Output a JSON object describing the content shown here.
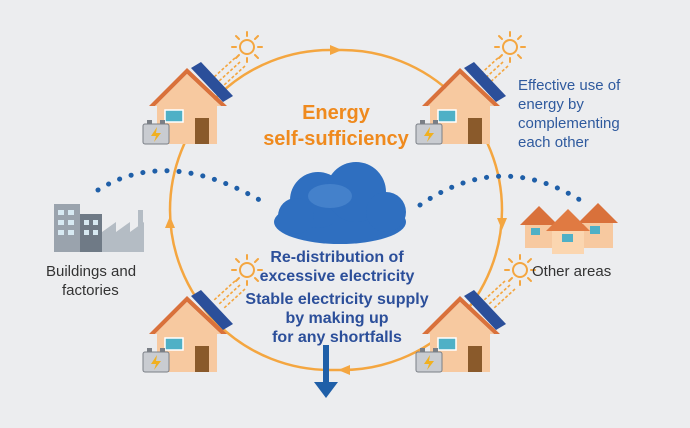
{
  "title": {
    "line1": "Energy",
    "line2": "self-sufficiency"
  },
  "note_right": {
    "line1": "Effective use of",
    "line2": "energy by",
    "line3": "complementing",
    "line4": "each other"
  },
  "left_label": {
    "line1": "Buildings and",
    "line2": "factories"
  },
  "right_label": "Other areas",
  "center": {
    "line1": "Re-distribution of",
    "line2": "excessive electricity",
    "line3": "Stable electricity supply",
    "line4": "by making up",
    "line5": "for any shortfalls"
  },
  "colors": {
    "orange": "#f4a640",
    "title_orange": "#ef8a1e",
    "blue": "#1f5fa8",
    "cloud": "#2f6fc0",
    "text_blue": "#2c4f9a",
    "house_wall": "#f7c9a0",
    "roof": "#d9713b",
    "battery_bolt": "#f0b020"
  },
  "icons": [
    "sun-icon",
    "house-icon",
    "solar-panel-icon",
    "battery-icon",
    "cloud-icon",
    "factory-icon",
    "town-icon",
    "arrow-down-icon"
  ]
}
